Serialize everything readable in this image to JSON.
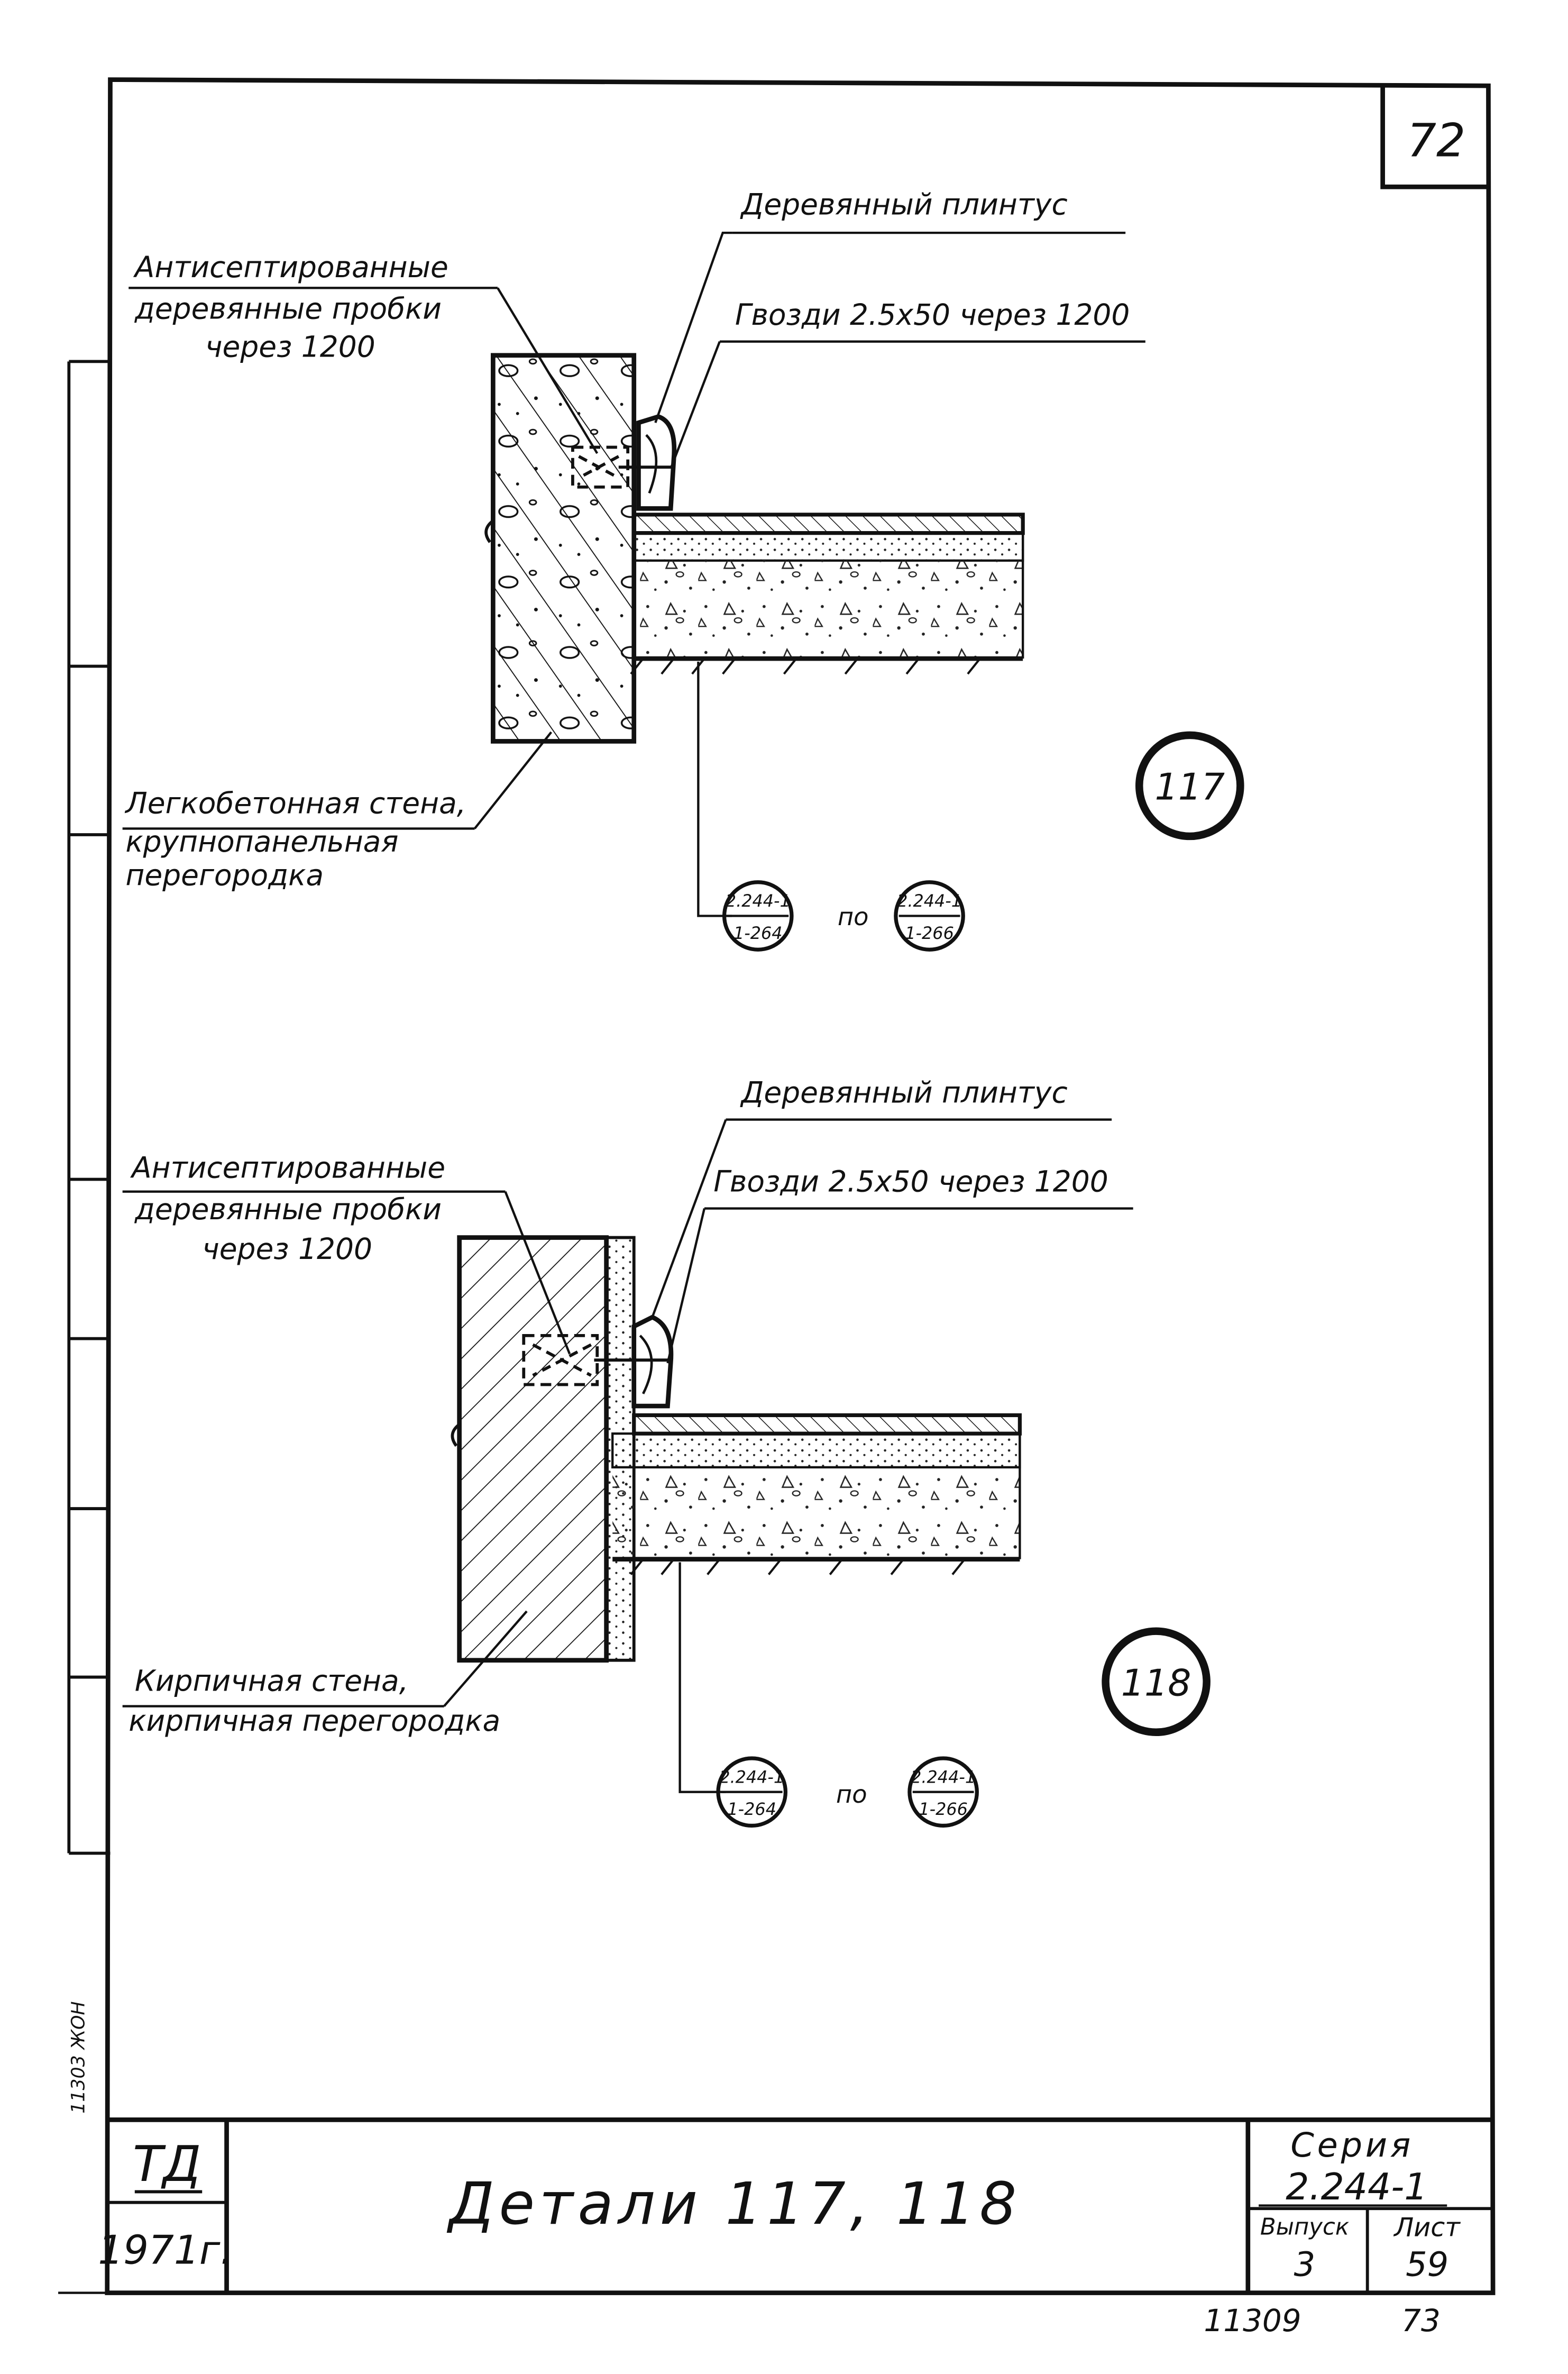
{
  "sheet": {
    "page_number": "72",
    "bottom_left_code": "11309",
    "bottom_right_code": "73",
    "side_stamp": "11303 ЖОН"
  },
  "detail_117": {
    "plinth_label": "Деревянный плинтус",
    "nails_label": "Гвозди 2.5х50 через 1200",
    "plugs_label": [
      "Антисептированные",
      "деревянные пробки",
      "через 1200"
    ],
    "wall_label": [
      "Легкобетонная стена,",
      "крупнопанельная",
      "перегородка"
    ],
    "detail_number": "117",
    "ref_left": {
      "top": "2.244-1",
      "bottom": "1-264"
    },
    "ref_joiner": "по",
    "ref_right": {
      "top": "2.244-1",
      "bottom": "1-266"
    }
  },
  "detail_118": {
    "plinth_label": "Деревянный плинтус",
    "nails_label": "Гвозди 2.5х50 через 1200",
    "plugs_label": [
      "Антисептированные",
      "деревянные пробки",
      "через 1200"
    ],
    "wall_label": [
      "Кирпичная стена,",
      "кирпичная перегородка"
    ],
    "detail_number": "118",
    "ref_left": {
      "top": "2.244-1",
      "bottom": "1-264"
    },
    "ref_joiner": "по",
    "ref_right": {
      "top": "2.244-1",
      "bottom": "1-266"
    }
  },
  "title_block": {
    "org": "ТД",
    "year": "1971г.",
    "title": "Детали 117, 118",
    "series_label": "Серия",
    "series_value": "2.244-1",
    "issue_label": "Выпуск",
    "issue_value": "3",
    "sheet_label": "Лист",
    "sheet_value": "59"
  }
}
